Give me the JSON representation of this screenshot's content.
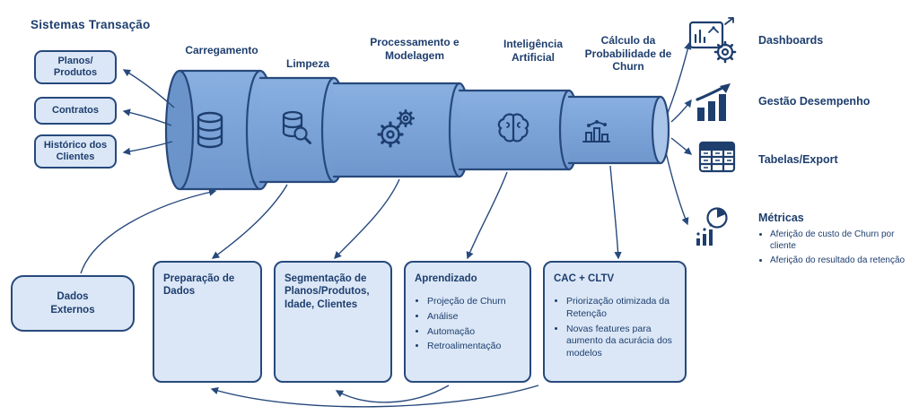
{
  "title": "Sistemas Transação",
  "colors": {
    "navy": "#1e3e6e",
    "outline": "#27497c",
    "box_fill": "#dbe7f6",
    "pipe_fill": "#7ba3d8",
    "pipe_dark": "#6b94ca",
    "pipe_open_end": "#a9c6ea",
    "background": "#ffffff"
  },
  "source_boxes": [
    {
      "label": "Planos/ Produtos"
    },
    {
      "label": "Contratos"
    },
    {
      "label": "Histórico dos Clientes"
    }
  ],
  "pipeline": {
    "stages": [
      {
        "label": "Carregamento",
        "icon": "database-icon"
      },
      {
        "label": "Limpeza",
        "icon": "database-search-icon"
      },
      {
        "label": "Processamento e Modelagem",
        "icon": "gears-icon"
      },
      {
        "label": "Inteligência Artificial",
        "icon": "brain-icon"
      },
      {
        "label": "Cálculo da Probabilidade de Churn",
        "icon": "bar-chart-icon"
      }
    ]
  },
  "outputs": [
    {
      "label": "Dashboards",
      "icon": "dashboard-icon"
    },
    {
      "label": "Gestão Desempenho",
      "icon": "growth-chart-icon"
    },
    {
      "label": "Tabelas/Export",
      "icon": "table-icon"
    },
    {
      "label": "Métricas",
      "icon": "pie-chart-icon",
      "bullets": [
        "Aferição de custo de Churn por cliente",
        "Aferição do resultado da retenção"
      ]
    }
  ],
  "bottom_boxes": [
    {
      "title": "Dados Externos"
    },
    {
      "title": "Preparação de Dados"
    },
    {
      "title": "Segmentação de Planos/Produtos, Idade, Clientes"
    },
    {
      "title": "Aprendizado",
      "bullets": [
        "Projeção de Churn",
        "Análise",
        "Automação",
        "Retroalimentação"
      ]
    },
    {
      "title": "CAC + CLTV",
      "bullets": [
        "Priorização otimizada da Retenção",
        "Novas features para aumento da acurácia dos modelos"
      ]
    }
  ]
}
